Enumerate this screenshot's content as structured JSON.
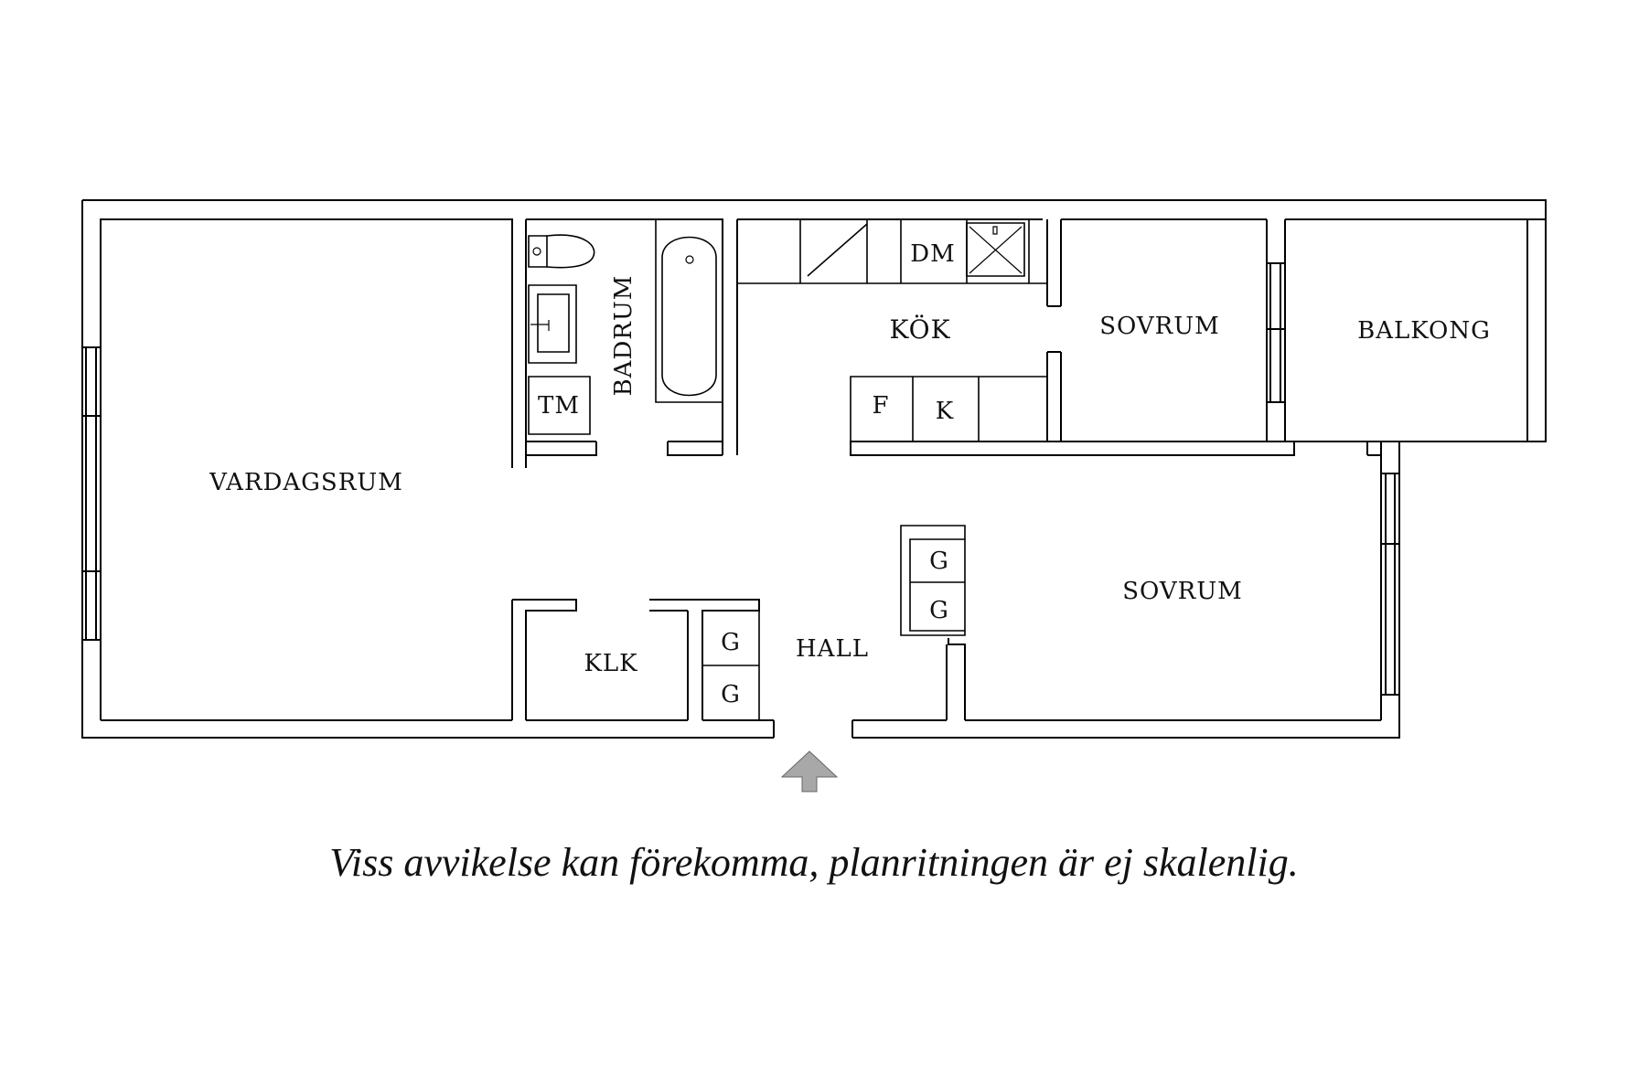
{
  "rooms": {
    "vardagsrum": "VARDAGSRUM",
    "badrum": "BADRUM",
    "kok": "KÖK",
    "sovrum_1": "SOVRUM",
    "balkong": "BALKONG",
    "sovrum_2": "SOVRUM",
    "klk": "KLK",
    "hall": "HALL"
  },
  "fixtures": {
    "tm": "TM",
    "dm": "DM",
    "f": "F",
    "k": "K",
    "g1": "G",
    "g2": "G",
    "g3": "G",
    "g4": "G"
  },
  "disclaimer": "Viss avvikelse kan förekomma, planritningen är ej skalenlig.",
  "colors": {
    "line": "#000000",
    "entrance_arrow": "#a8a8a8",
    "background": "#ffffff"
  }
}
